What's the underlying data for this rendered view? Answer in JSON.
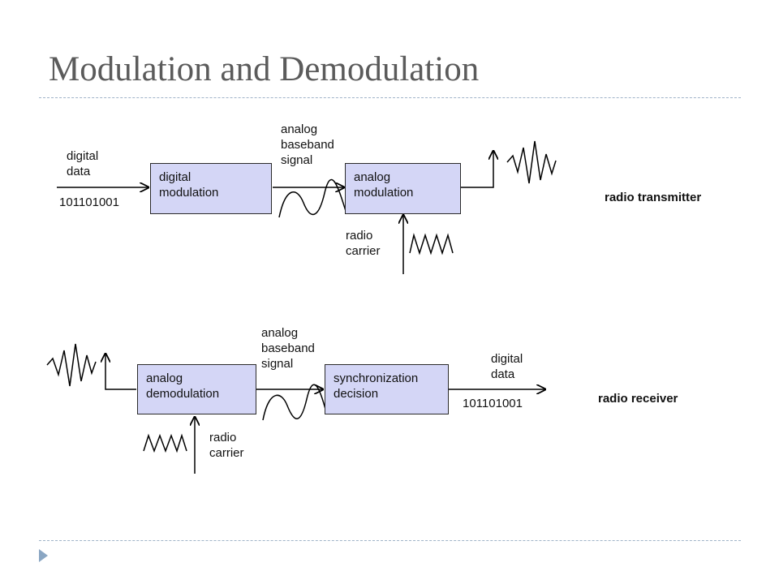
{
  "title": "Modulation and Demodulation",
  "transmitter": {
    "section_label": "radio transmitter",
    "input_label": "digital\ndata",
    "input_bits": "101101001",
    "digital_mod_box": "digital\nmodulation",
    "analog_mod_box": "analog\nmodulation",
    "baseband_label": "analog\nbaseband\nsignal",
    "carrier_label": "radio\ncarrier"
  },
  "receiver": {
    "section_label": "radio receiver",
    "demod_box": "analog\ndemodulation",
    "sync_box": "synchronization\ndecision",
    "baseband_label": "analog\nbaseband\nsignal",
    "output_label": "digital\ndata",
    "output_bits": "101101001",
    "carrier_label": "radio\ncarrier"
  },
  "colors": {
    "box_fill": "#d4d6f6",
    "title": "#5b5b5b",
    "separator": "#9fb3c8",
    "nav_marker": "#8aa6c3"
  },
  "icons": [
    "arrow-right-icon",
    "arrow-up-icon",
    "waveform-icon",
    "nav-triangle-icon"
  ]
}
